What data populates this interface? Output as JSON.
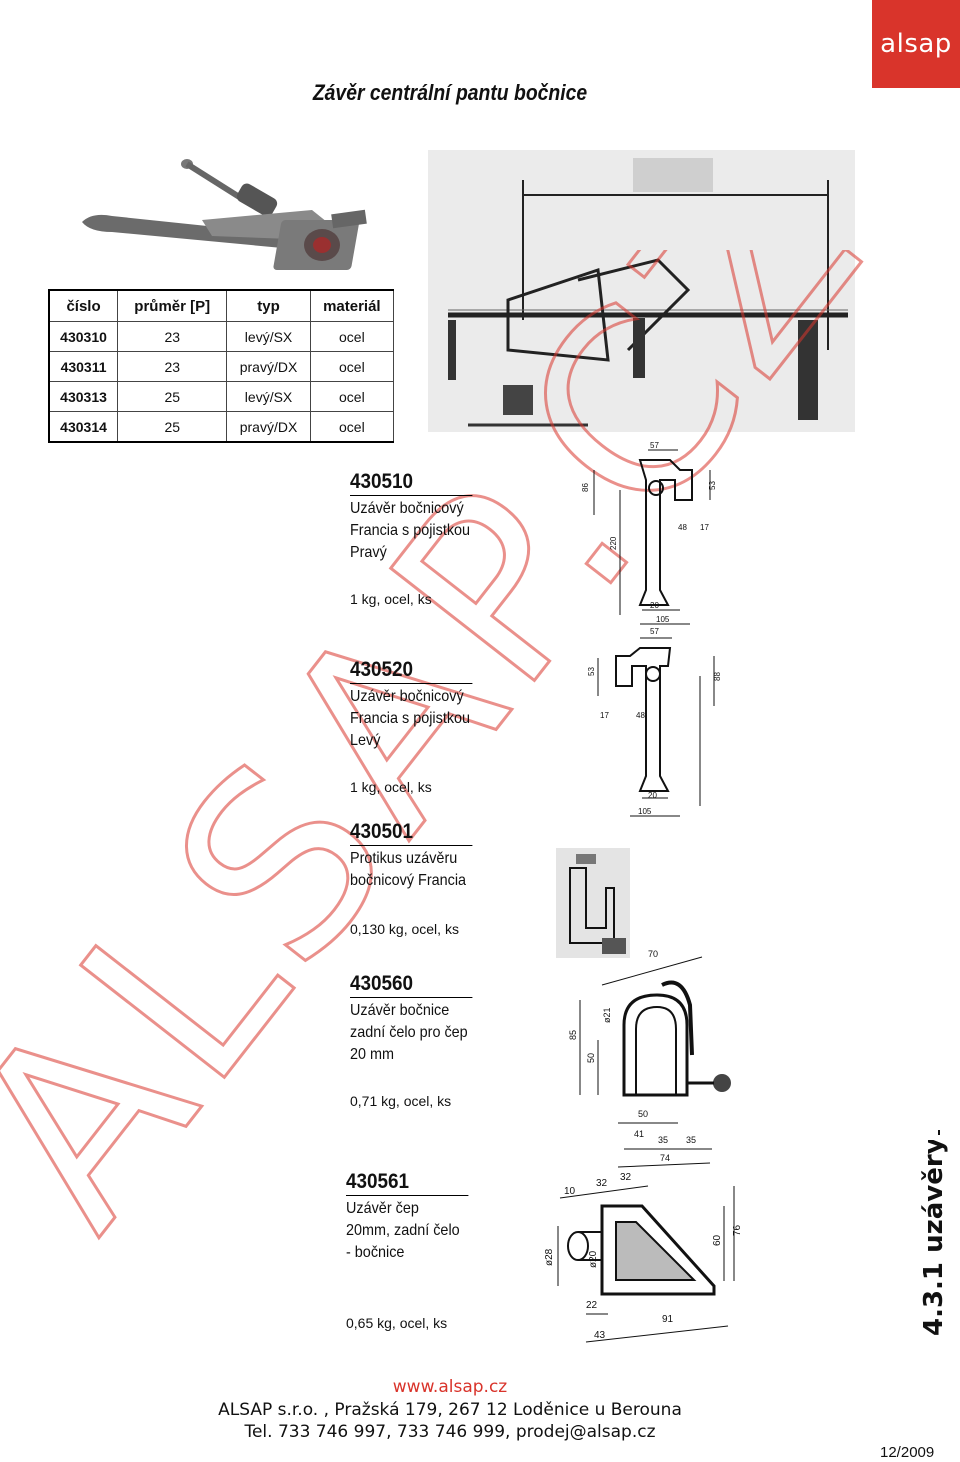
{
  "brand": {
    "logo_text": "alsap",
    "color": "#d9342b"
  },
  "title": "Závěr centrální pantu bočnice",
  "table": {
    "headers": [
      "číslo",
      "průměr [P]",
      "typ",
      "materiál"
    ],
    "rows": [
      [
        "430310",
        "23",
        "levý/SX",
        "ocel"
      ],
      [
        "430311",
        "23",
        "pravý/DX",
        "ocel"
      ],
      [
        "430313",
        "25",
        "levý/SX",
        "ocel"
      ],
      [
        "430314",
        "25",
        "pravý/DX",
        "ocel"
      ]
    ]
  },
  "products": [
    {
      "code": "430510",
      "lines": [
        "Uzávěr bočnicový",
        "Francia s pojistkou",
        "Pravý"
      ],
      "weight": "1 kg, ocel, ks"
    },
    {
      "code": "430520",
      "lines": [
        "Uzávěr bočnicový",
        "Francia s pojistkou",
        "Levý"
      ],
      "weight": "1 kg, ocel, ks"
    },
    {
      "code": "430501",
      "lines": [
        "Protikus uzávěru",
        "bočnicový Francia"
      ],
      "weight": "0,130 kg, ocel, ks"
    },
    {
      "code": "430560",
      "lines": [
        "Uzávěr bočnice",
        "zadní čelo pro čep",
        "20 mm"
      ],
      "weight": "0,71 kg, ocel, ks"
    },
    {
      "code": "430561",
      "lines": [
        "Uzávěr čep",
        "20mm, zadní čelo",
        "- bočnice"
      ],
      "weight": "0,65 kg, ocel, ks"
    }
  ],
  "dimensions": {
    "d1": [
      "57",
      "86",
      "53",
      "48",
      "17",
      "220",
      "20",
      "105"
    ],
    "d2": [
      "57",
      "53",
      "88",
      "17",
      "48",
      "20",
      "105"
    ],
    "d4": [
      "70",
      "85",
      "50",
      "ø21",
      "50",
      "41",
      "35",
      "35",
      "74"
    ],
    "d5": [
      "10",
      "32",
      "32",
      "ø28",
      "ø20",
      "60",
      "76",
      "22",
      "43",
      "91"
    ]
  },
  "watermark": "ALSAP.CZ",
  "side_label": "4.3.1 uzávěry",
  "footer": {
    "url": "www.alsap.cz",
    "address": "ALSAP s.r.o. , Pražská 179, 267 12 Loděnice u Berouna",
    "tel": "Tel. 733 746 997, 733 746 999, prodej@alsap.cz",
    "date": "12/2009"
  }
}
